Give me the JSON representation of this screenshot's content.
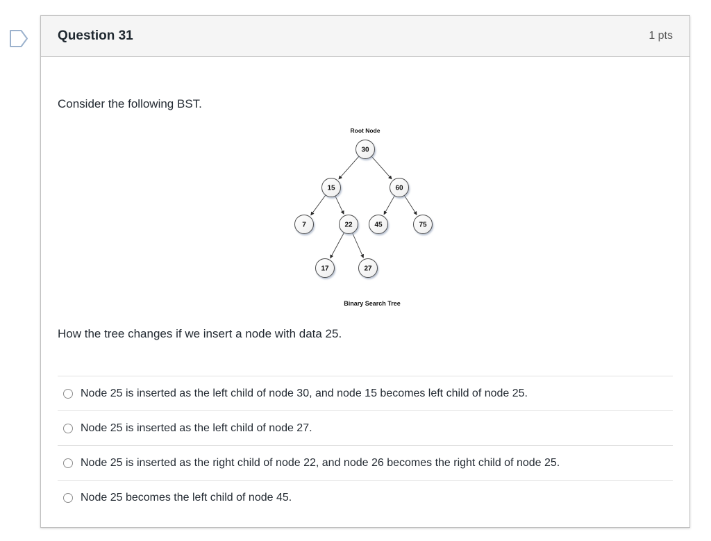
{
  "question": {
    "title": "Question 31",
    "points": "1 pts",
    "intro": "Consider the following BST.",
    "prompt": "How the tree changes if we insert a node with data 25."
  },
  "tree": {
    "top_label": "Root Node",
    "caption": "Binary Search Tree",
    "nodes": [
      "30",
      "15",
      "60",
      "7",
      "22",
      "45",
      "75",
      "17",
      "27"
    ],
    "edges": [
      [
        "30",
        "15"
      ],
      [
        "30",
        "60"
      ],
      [
        "15",
        "7"
      ],
      [
        "15",
        "22"
      ],
      [
        "60",
        "45"
      ],
      [
        "60",
        "75"
      ],
      [
        "22",
        "17"
      ],
      [
        "22",
        "27"
      ]
    ]
  },
  "options": [
    {
      "label": "Node 25 is inserted as the left child of node 30, and node 15 becomes left child of node 25."
    },
    {
      "label": "Node 25 is inserted as the left child of node 27."
    },
    {
      "label": "Node 25 is inserted as the right child of node 22, and node 26 becomes the right child of node 25."
    },
    {
      "label": "Node 25 becomes the left child of node 45."
    }
  ],
  "icons": {
    "flag": "flag-question-icon"
  },
  "colors": {
    "flag_outline": "#9cb2cd",
    "header_bg": "#f5f5f5",
    "box_border": "#bfbfbf",
    "divider": "#e2e2e2",
    "node_shadow": "#8e9cb5",
    "edge": "#3c3c3c"
  }
}
